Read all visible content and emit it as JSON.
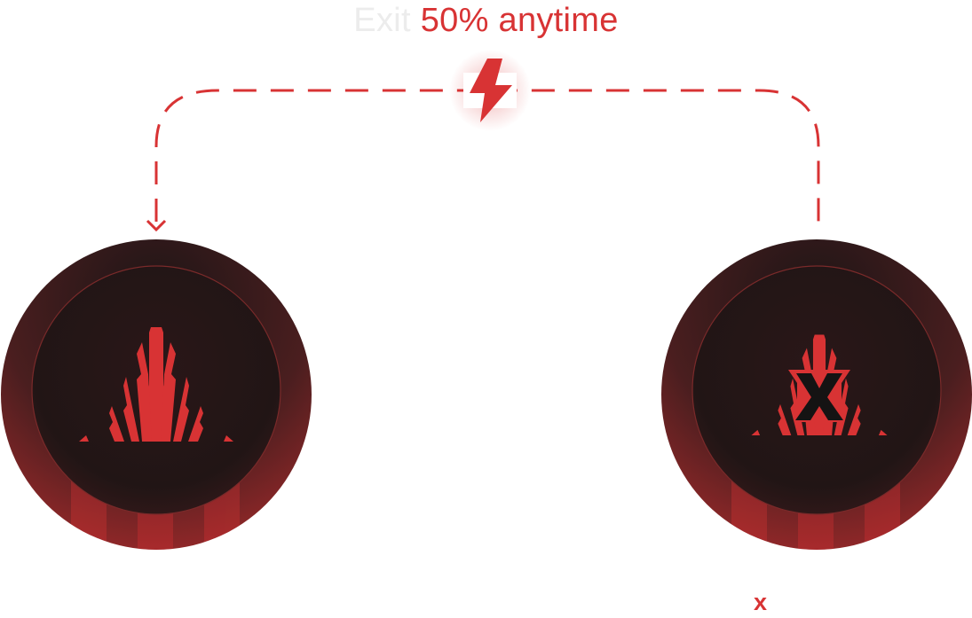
{
  "headline": {
    "prefix": "Exit",
    "highlight": "50% anytime"
  },
  "right_coin_label": "x",
  "colors": {
    "accent": "#d83334",
    "muted": "#ececec",
    "coin_dark": "#1c1415"
  },
  "icons": [
    "lightning-icon",
    "arrow-down-icon",
    "triangle-bars-logo",
    "x-mark-icon"
  ]
}
